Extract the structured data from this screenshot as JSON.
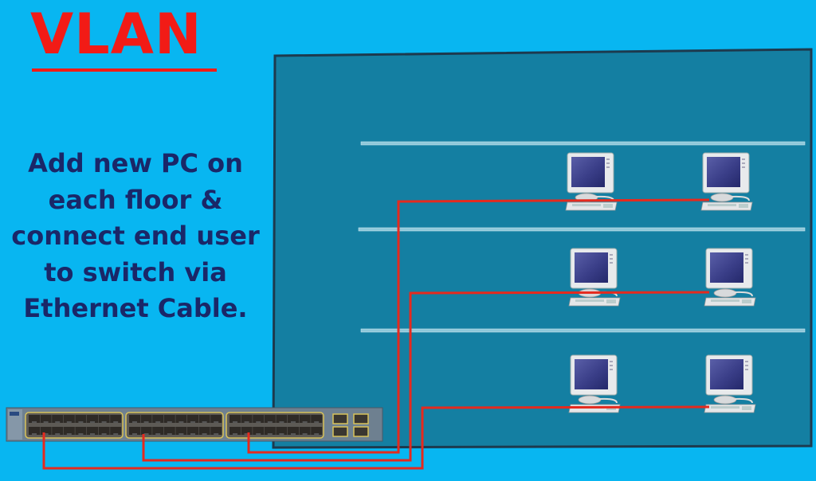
{
  "title": "VLAN",
  "description_lines": [
    "Add new PC on",
    "each floor &",
    "connect end user",
    "to switch via",
    "Ethernet Cable."
  ],
  "diagram": {
    "floors": 3,
    "pcs_per_floor": 2,
    "switch_port_groups": 3,
    "switch_uplink_ports": 4
  },
  "colors": {
    "background": "#08b6f1",
    "title": "#f21b16",
    "text": "#1a2768",
    "building": "#147fa2",
    "cable": "#e52a1e"
  }
}
